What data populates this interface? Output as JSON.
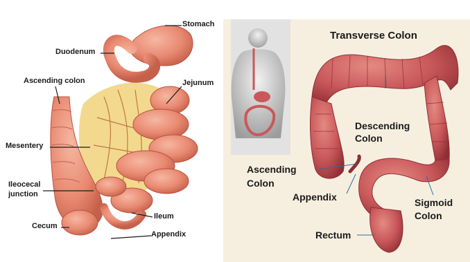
{
  "left_panel": {
    "header_text": "",
    "labels": {
      "stomach": "Stomach",
      "duodenum": "Duodenum",
      "jejunum": "Jejunum",
      "ascending_colon": "Ascending colon",
      "mesentery": "Mesentery",
      "ileocecal_line1": "Ileocecal",
      "ileocecal_line2": "junction",
      "ileum": "Ileum",
      "cecum": "Cecum",
      "appendix": "Appendix"
    }
  },
  "right_panel": {
    "labels": {
      "transverse_colon": "Transverse Colon",
      "descending_line1": "Descending",
      "descending_line2": "Colon",
      "ascending_line1": "Ascending",
      "ascending_line2": "Colon",
      "appendix": "Appendix",
      "sigmoid_line1": "Sigmoid",
      "sigmoid_line2": "Colon",
      "rectum": "Rectum"
    }
  },
  "colors": {
    "intestine_fill": "#e98a72",
    "intestine_dark": "#b8523f",
    "mesentery_fill": "#f0d27a",
    "colon_fill": "#c9585a",
    "colon_dark": "#8e2e33",
    "body_panel_bg": "#d8d8d8",
    "right_bg": "#f6efe0"
  }
}
